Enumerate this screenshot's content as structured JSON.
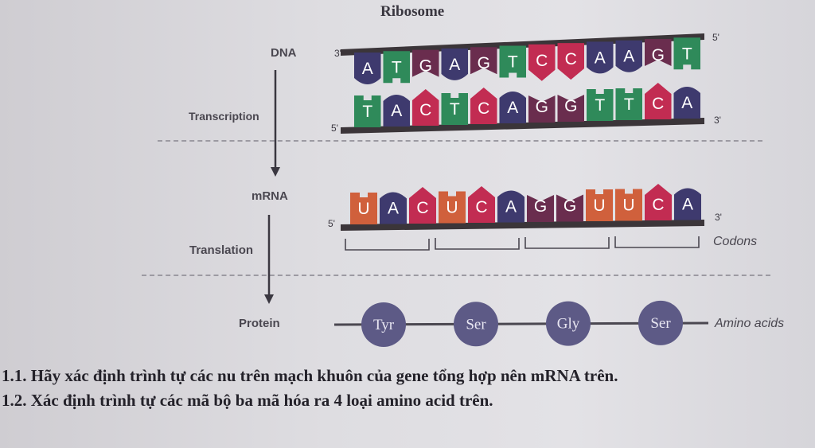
{
  "title": "Ribosome",
  "labels": {
    "dna": "DNA",
    "transcription": "Transcription",
    "mrna": "mRNA",
    "translation": "Translation",
    "protein": "Protein",
    "codons": "Codons",
    "amino_acids": "Amino acids"
  },
  "ends": {
    "dna_top_left": "3'",
    "dna_top_right": "5'",
    "dna_bottom_left": "5'",
    "dna_bottom_right": "3'",
    "mrna_left": "5'",
    "mrna_right": "3'"
  },
  "dna_top": [
    "A",
    "T",
    "G",
    "A",
    "G",
    "T",
    "C",
    "C",
    "A",
    "A",
    "G",
    "T"
  ],
  "dna_bottom": [
    "T",
    "A",
    "C",
    "T",
    "C",
    "A",
    "G",
    "G",
    "T",
    "T",
    "C",
    "A"
  ],
  "mrna": [
    "U",
    "A",
    "C",
    "U",
    "C",
    "A",
    "G",
    "G",
    "U",
    "U",
    "C",
    "A"
  ],
  "amino_acids": [
    "Tyr",
    "Ser",
    "Gly",
    "Ser"
  ],
  "colors": {
    "A": "#3e3a6e",
    "T": "#2f8a5a",
    "G": "#6a2d4e",
    "C": "#c22c52",
    "U": "#d0603c",
    "backbone": "#3b3539",
    "amino": "#5d5a86"
  },
  "questions": [
    "1.1. Hãy xác định trình tự các nu trên mạch khuôn của gene tổng hợp nên mRNA trên.",
    "1.2. Xác định trình tự các mã bộ ba mã hóa ra 4 loại amino acid trên."
  ]
}
